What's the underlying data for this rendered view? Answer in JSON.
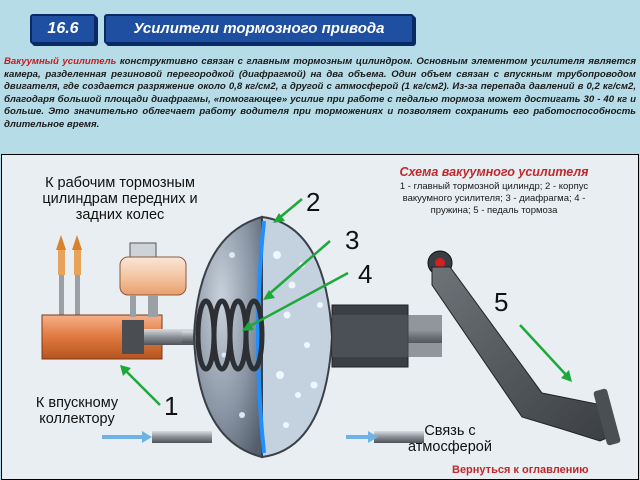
{
  "header": {
    "section_number": "16.6",
    "title": "Усилители тормозного привода"
  },
  "intro": {
    "term": "Вакуумный усилитель",
    "text": " конструктивно связан с главным тормозным цилиндром. Основным элементом усилителя является камера, разделенная резиновой перегородкой (диафрагмой) на два объема. Один объем связан с впускным трубопроводом двигателя, где создается разряжение около 0,8 кг/см2, а другой с атмосферой (1 кг/см2). Из-за перепада давлений в 0,2 кг/см2, благодаря большой площади диафрагмы, «помогающее» усилие при работе с педалью тормоза может достигать 30 - 40 кг и больше. Это значительно облегчает работу водителя при торможениях и позволяет сохранить его работоспособность длительное время."
  },
  "diagram": {
    "label_wheels": "К рабочим тормозным цилиндрам передних и задних колес",
    "label_intake": "К впускному коллектору",
    "label_atmosphere": "Связь с атмосферой",
    "legend_title": "Схема вакуумного усилителя",
    "legend_text": "1 - главный тормозной цилиндр; 2 - корпус вакуумного усилителя; 3 - диафрагма; 4 - пружина; 5 - педаль тормоза",
    "callouts": [
      "1",
      "2",
      "3",
      "4",
      "5"
    ]
  },
  "footer": {
    "back_link": "Вернуться к оглавлению"
  },
  "colors": {
    "header_blue": "#1f4fa0",
    "term_red": "#c81b1b",
    "arrow_green": "#1fa83a",
    "diaphragm_blue": "#1e90ff"
  }
}
